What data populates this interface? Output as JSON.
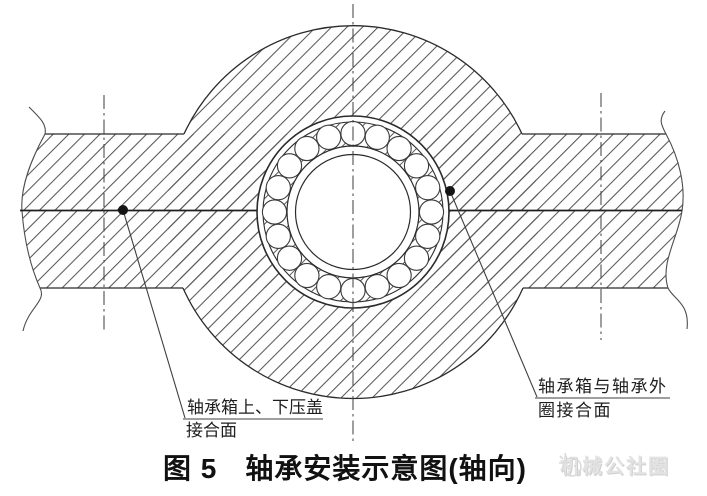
{
  "caption": {
    "figure_no": "图 5",
    "title": "轴承安装示意图(轴向)"
  },
  "callouts": {
    "left": {
      "line1": "轴承箱上、下压盖",
      "line2": "接合面"
    },
    "right": {
      "line1": "轴承箱与轴承外",
      "line2": "圈接合面"
    }
  },
  "watermark": {
    "text": "机械公社圈",
    "icon": "robot-face-icon"
  },
  "colors": {
    "line": "#2b2b2b",
    "hatch": "#575757",
    "centerline": "#3d3d3d",
    "anchor_dot": "#151515",
    "background": "#ffffff",
    "watermark_text": "#e3e3e3"
  }
}
